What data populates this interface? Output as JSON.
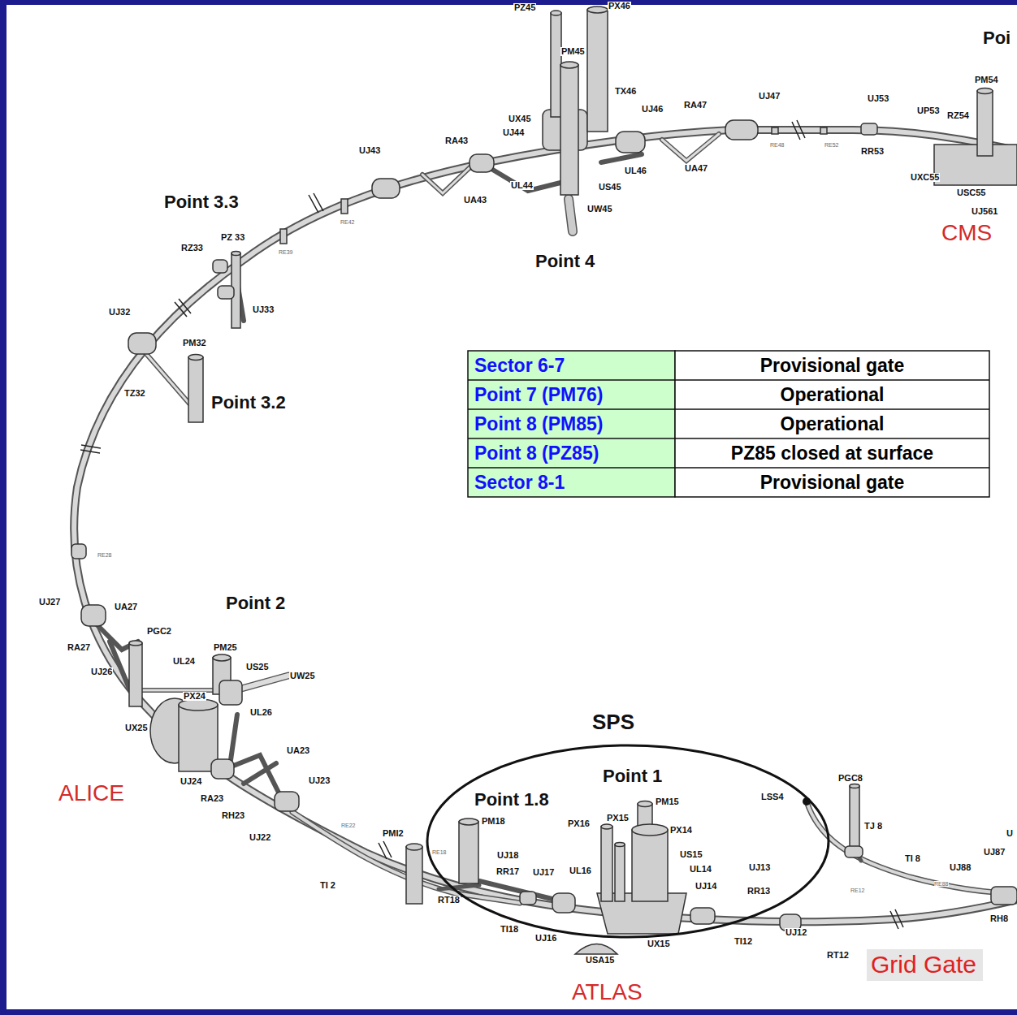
{
  "diagram": {
    "nodes": [
      {
        "text": [
          "SPS",
          "Point 1.8",
          "Point 1"
        ]
      },
      {
        "text": [
          "Grid Gate"
        ]
      }
    ],
    "labels": [
      "PZ45",
      "PX46",
      "Poi",
      "PM45",
      "PM54",
      "TX46",
      "UJ47",
      "UJ53",
      "RA47",
      "UJ46",
      "UP53",
      "RZ54",
      "UX45",
      "UJ44",
      "RA43",
      "UJ43",
      "RE48",
      "RE52",
      "RR53",
      "UL46",
      "UA47",
      "UXC55",
      "UL44",
      "US45",
      "USC55",
      "UA43",
      "Point 3.3",
      "UW45",
      "UJ561",
      "RE42",
      "CMS",
      "PZ 33",
      "RZ33",
      "RE39",
      "Point 4",
      "UJ33",
      "UJ32",
      "PM32",
      "TZ32",
      "Point 3.2",
      "RE28",
      "UJ27",
      "UA27",
      "Point 2",
      "PGC2",
      "RA27",
      "PM25",
      "UL24",
      "US25",
      "UW25",
      "UJ26",
      "PX24",
      "UL26",
      "UX25",
      "UA23",
      "UJ24",
      "UJ23",
      "ALICE",
      "RA23",
      "RH23",
      "RE22",
      "PMI2",
      "UJ22",
      "RE18",
      "TI 2",
      "PM15",
      "LSS4",
      "PGC8",
      "PM18",
      "PX15",
      "PX16",
      "PX14",
      "TJ 8",
      "U",
      "UJ87",
      "US15",
      "UJ18",
      "TI 8",
      "UJ13",
      "UL14",
      "UJ88",
      "RR17",
      "UJ17",
      "UL16",
      "RE88",
      "UJ14",
      "RR13",
      "RE12",
      "RT18",
      "RH8",
      "TI18",
      "UJ12",
      "UJ16",
      "TI12",
      "UX15",
      "RT12",
      "USA15",
      "ATLAS",
      "Sector 6-7",
      "Provisional gate",
      "Point 7 (PM76)",
      "Operational",
      "Point 8 (PM85)",
      "Operational",
      "Point 8 (PZ85)",
      "PZ85 closed at surface",
      "Sector 8-1",
      "Provisional gate"
    ]
  }
}
